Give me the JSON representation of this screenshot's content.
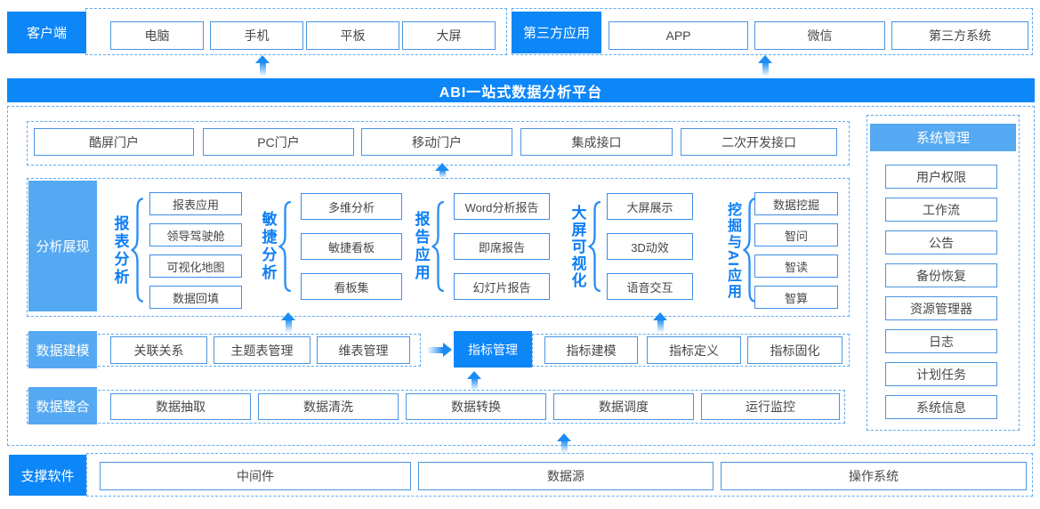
{
  "banner": {
    "title": "ABI一站式数据分析平台"
  },
  "client": {
    "label": "客户端",
    "items": [
      "电脑",
      "手机",
      "平板",
      "大屏"
    ]
  },
  "third_party": {
    "label": "第三方应用",
    "items": [
      "APP",
      "微信",
      "第三方系统"
    ]
  },
  "portals": {
    "items": [
      "酷屏门户",
      "PC门户",
      "移动门户",
      "集成接口",
      "二次开发接口"
    ]
  },
  "analysis": {
    "label": "分析展现",
    "groups": [
      {
        "title": "报表分析",
        "items": [
          "报表应用",
          "领导驾驶舱",
          "可视化地图",
          "数据回填"
        ]
      },
      {
        "title": "敏捷分析",
        "items": [
          "多维分析",
          "敏捷看板",
          "看板集"
        ]
      },
      {
        "title": "报告应用",
        "items": [
          "Word分析报告",
          "即席报告",
          "幻灯片报告"
        ]
      },
      {
        "title": "大屏可视化",
        "items": [
          "大屏展示",
          "3D动效",
          "语音交互"
        ]
      },
      {
        "title": "挖掘与AI应用",
        "items": [
          "数据挖掘",
          "智问",
          "智读",
          "智算"
        ]
      }
    ]
  },
  "modeling": {
    "label": "数据建模",
    "items": [
      "关联关系",
      "主题表管理",
      "维表管理"
    ],
    "indicator_label": "指标管理",
    "indicator_items": [
      "指标建模",
      "指标定义",
      "指标固化"
    ]
  },
  "integration": {
    "label": "数据整合",
    "items": [
      "数据抽取",
      "数据清洗",
      "数据转换",
      "数据调度",
      "运行监控"
    ]
  },
  "system": {
    "label": "系统管理",
    "items": [
      "用户权限",
      "工作流",
      "公告",
      "备份恢复",
      "资源管理器",
      "日志",
      "计划任务",
      "系统信息"
    ]
  },
  "support": {
    "label": "支撑软件",
    "items": [
      "中间件",
      "数据源",
      "操作系统"
    ]
  },
  "colors": {
    "primary_blue": "#0d86f8",
    "label_blue": "#55a9f2",
    "box_border_blue": "#4a94e0",
    "dashed_blue": "#5fabf2",
    "group_title_blue": "#0d7ef5",
    "arrow_blue": "#1b8cf5",
    "text_dark": "#474747"
  }
}
